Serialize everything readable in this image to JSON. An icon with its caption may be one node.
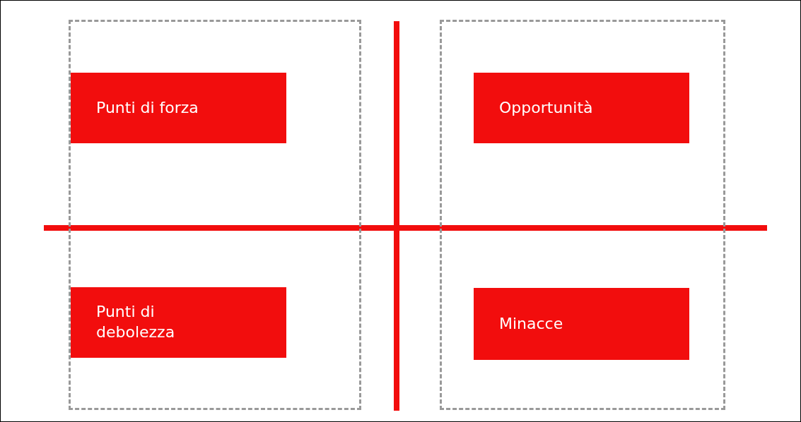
{
  "diagram": {
    "nodes": [
      {
        "text": [],
        "shape": "box"
      },
      {
        "text": [
          "Punti di forza"
        ],
        "in": 0
      },
      {
        "text": [
          "Punti di debolezza"
        ],
        "in": 0
      },
      {
        "text": [],
        "shape": "box"
      },
      {
        "text": [
          "Opportunità"
        ],
        "in": 3
      },
      {
        "text": [
          "Minacce"
        ],
        "in": 3
      }
    ]
  }
}
